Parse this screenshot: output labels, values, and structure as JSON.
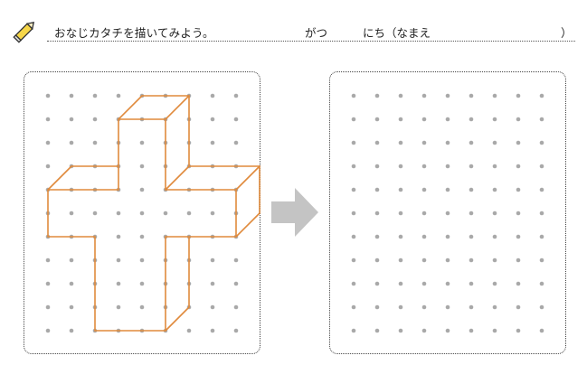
{
  "header": {
    "instruction": "おなじカタチを描いてみよう。",
    "month_label": "がつ",
    "day_name_label": "にち（なまえ",
    "close_paren": "）"
  },
  "icons": {
    "pencil": "pencil-icon",
    "arrow": "right-arrow-icon"
  },
  "colors": {
    "dot": "#a9a9a9",
    "shape": "#e08a3c",
    "arrow": "#c4c4c4"
  },
  "grid": {
    "cols": 9,
    "rows": 11
  },
  "shape": {
    "segments": [
      [
        4,
        0,
        6,
        0
      ],
      [
        4,
        0,
        3,
        1
      ],
      [
        6,
        0,
        5,
        1
      ],
      [
        3,
        1,
        5,
        1
      ],
      [
        3,
        1,
        3,
        3
      ],
      [
        5,
        1,
        5,
        4
      ],
      [
        6,
        0,
        6,
        3
      ],
      [
        1,
        3,
        3,
        3
      ],
      [
        1,
        3,
        0,
        4
      ],
      [
        3,
        3,
        3,
        4
      ],
      [
        0,
        4,
        3,
        4
      ],
      [
        0,
        4,
        0,
        6
      ],
      [
        0,
        6,
        2,
        6
      ],
      [
        6,
        3,
        9,
        3
      ],
      [
        6,
        3,
        5,
        4
      ],
      [
        9,
        3,
        8,
        4
      ],
      [
        5,
        4,
        8,
        4
      ],
      [
        9,
        3,
        9,
        5
      ],
      [
        8,
        4,
        8,
        6
      ],
      [
        9,
        5,
        8,
        6
      ],
      [
        2,
        6,
        2,
        10
      ],
      [
        6,
        6,
        8,
        6
      ],
      [
        6,
        6,
        6,
        9
      ],
      [
        6,
        9,
        5,
        10
      ],
      [
        2,
        10,
        5,
        10
      ],
      [
        5,
        6,
        5,
        10
      ],
      [
        5,
        6,
        6,
        6
      ]
    ]
  }
}
